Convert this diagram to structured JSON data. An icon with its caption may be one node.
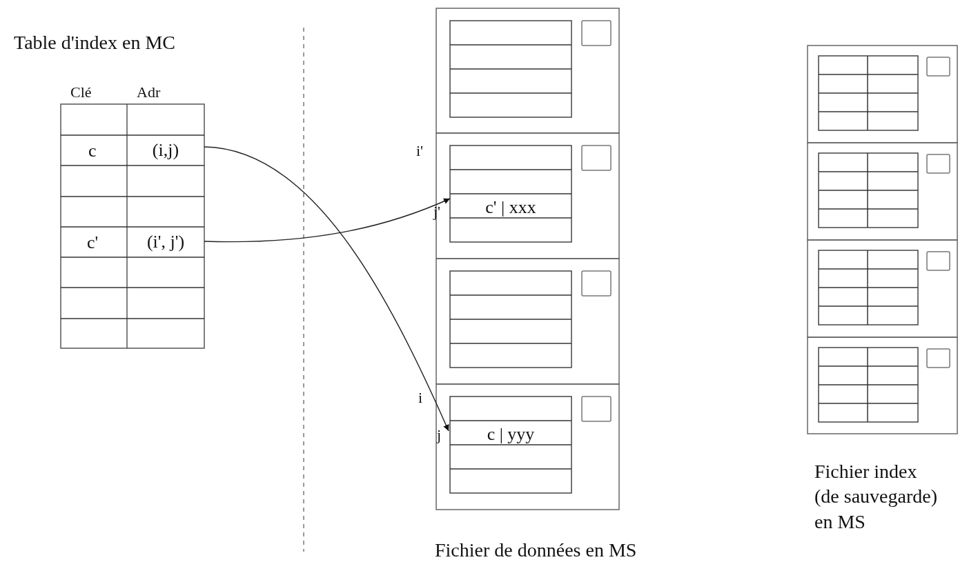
{
  "diagram": {
    "nodes": [
      {
        "text": [
          "(i,j)"
        ]
      },
      {
        "text": [
          "(i', j')"
        ]
      },
      {
        "text": [
          "c' | xxx"
        ]
      },
      {
        "text": [
          "c | yyy"
        ]
      }
    ],
    "edges": [
      {
        "from": 0,
        "to": 3,
        "arrow": "to"
      },
      {
        "from": 1,
        "to": 2,
        "arrow": "to"
      }
    ],
    "labels": [
      "Table d'index en MC",
      "Clé",
      "Adr",
      "c",
      "c'",
      "i'",
      "j'",
      "i",
      "j",
      "Fichier de données en MS",
      "Fichier index (de sauvegarde) en MS"
    ]
  }
}
